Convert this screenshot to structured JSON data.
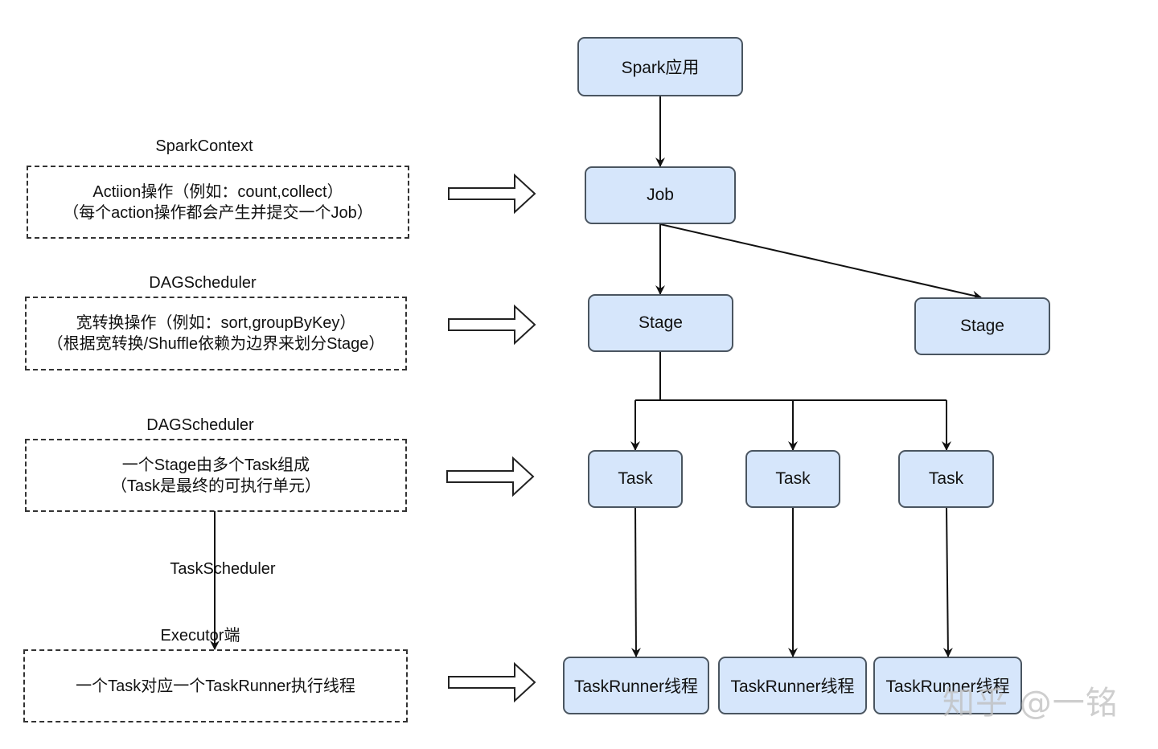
{
  "nodes": {
    "spark_app": "Spark应用",
    "job": "Job",
    "stage_1": "Stage",
    "stage_2": "Stage",
    "task_1": "Task",
    "task_2": "Task",
    "task_3": "Task",
    "runner_1": "TaskRunner线程",
    "runner_2": "TaskRunner线程",
    "runner_3": "TaskRunner线程"
  },
  "left": {
    "spark_context": {
      "title": "SparkContext",
      "line1": "Actiion操作（例如：count,collect）",
      "line2": "（每个action操作都会产生并提交一个Job）"
    },
    "dag_scheduler_1": {
      "title": "DAGScheduler",
      "line1": "宽转换操作（例如：sort,groupByKey）",
      "line2": "（根据宽转换/Shuffle依赖为边界来划分Stage）"
    },
    "dag_scheduler_2": {
      "title": "DAGScheduler",
      "line1": "一个Stage由多个Task组成",
      "line2": "（Task是最终的可执行单元）"
    },
    "task_scheduler": "TaskScheduler",
    "executor": {
      "title": "Executor端",
      "line1": "一个Task对应一个TaskRunner执行线程"
    }
  },
  "watermark": "知乎 @一铭",
  "colors": {
    "node_fill": "#d6e6fb",
    "node_border": "#4a5560",
    "edge": "#111111"
  }
}
